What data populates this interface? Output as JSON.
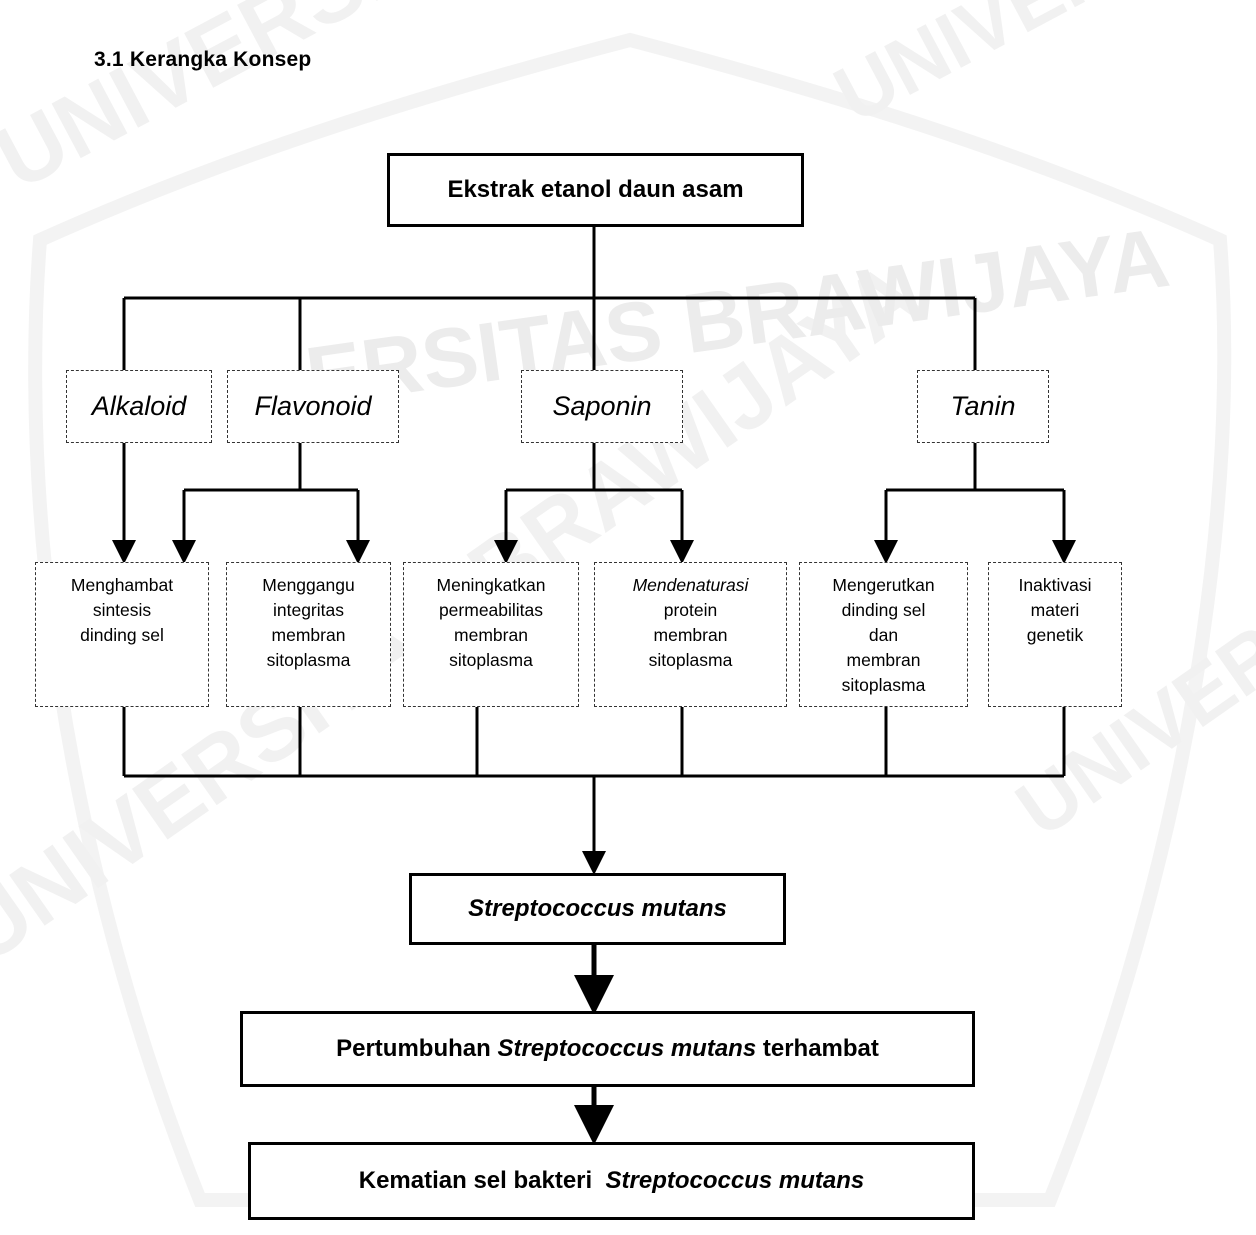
{
  "heading": "3.1 Kerangka Konsep",
  "watermark": {
    "university_text": "UNIVERSITAS BRAWIJAYA",
    "arc_text": "ERSITAS BRAWIJAYA",
    "color": "#f1f1f1"
  },
  "diagram": {
    "root": "Ekstrak etanol daun asam",
    "compounds": [
      {
        "name": "Alkaloid"
      },
      {
        "name": "Flavonoid"
      },
      {
        "name": "Saponin"
      },
      {
        "name": "Tanin"
      }
    ],
    "mechanisms": [
      {
        "lines": [
          "Menghambat",
          "sintesis",
          "dinding sel"
        ]
      },
      {
        "lines": [
          "Menggangu",
          "integritas",
          "membran",
          "sitoplasma"
        ]
      },
      {
        "lines": [
          "Meningkatkan",
          "permeabilitas",
          "membran",
          "sitoplasma"
        ]
      },
      {
        "lines": [
          "Mendenaturasi",
          "protein",
          "membran",
          "sitoplasma"
        ],
        "italic_first_line": true
      },
      {
        "lines": [
          "Mengerutkan",
          "dinding sel",
          "dan",
          "membran",
          "sitoplasma"
        ]
      },
      {
        "lines": [
          "Inaktivasi",
          "materi",
          "genetik"
        ]
      }
    ],
    "target": "Streptococcus mutans",
    "growth": {
      "pre": "Pertumbuhan",
      "italic": "Streptococcus mutans",
      "post": "terhambat"
    },
    "death": {
      "pre": "Kematian sel bakteri",
      "italic": "Streptococcus mutans"
    }
  }
}
